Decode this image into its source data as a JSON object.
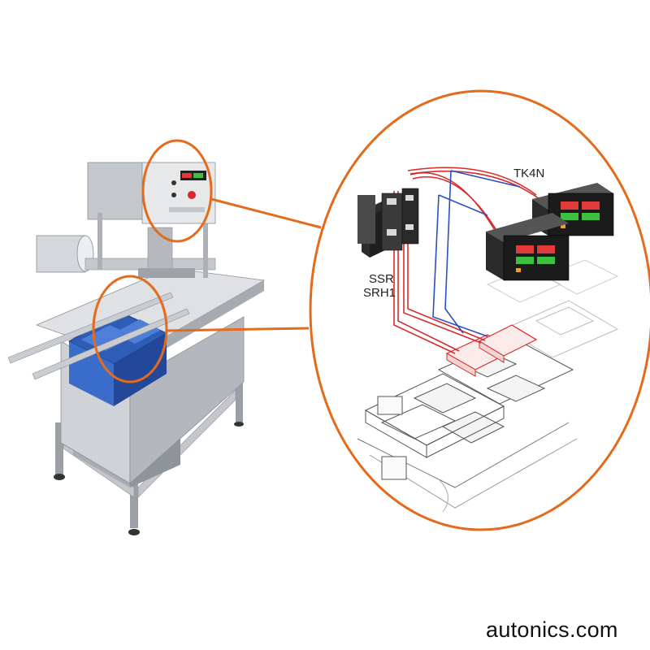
{
  "labels": {
    "controller": "TK4N",
    "ssr_line1": "SSR",
    "ssr_line2": "SRH1"
  },
  "watermark": "autonics.com",
  "colors": {
    "highlight_orange": "#E46A1C",
    "wire_red": "#D92B2B",
    "wire_blue": "#2B4FC0",
    "steel": "#B8BCC2",
    "tray_blue": "#2E5DB8",
    "display_red": "#E23A3A",
    "display_green": "#3FBF3F"
  },
  "icons": [
    "machine-illustration",
    "magnifier-circle",
    "temperature-controller-icon",
    "solid-state-relay-icon",
    "conveyor-trays"
  ]
}
